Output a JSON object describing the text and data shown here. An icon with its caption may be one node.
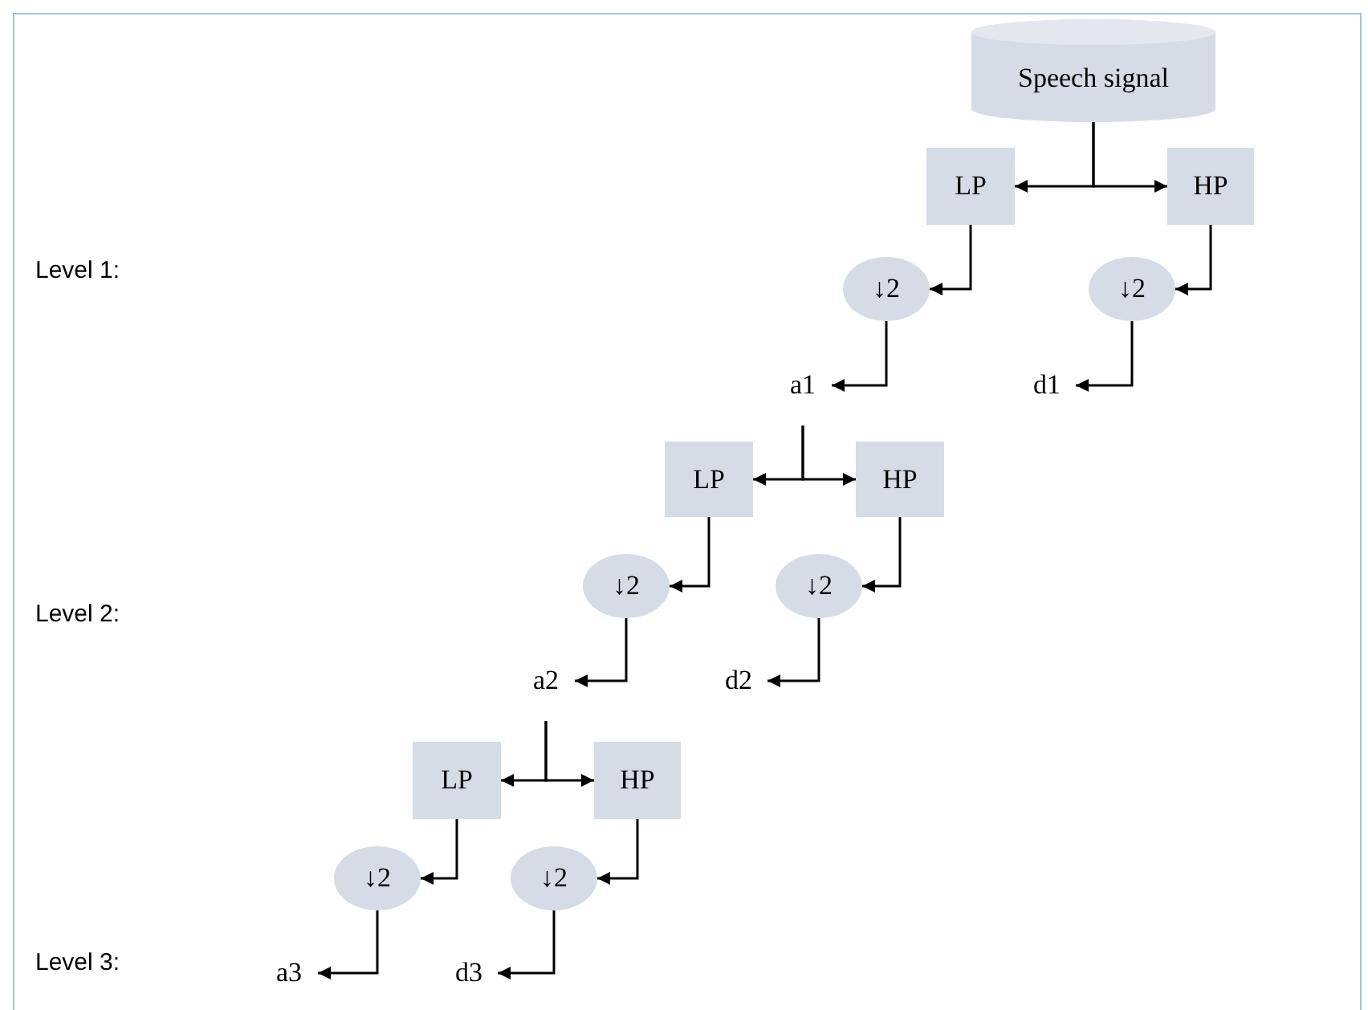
{
  "diagram": {
    "nodes": [
      {
        "text": [
          "Speech signal"
        ]
      },
      {
        "text": [
          "LP"
        ]
      },
      {
        "text": [
          "HP"
        ]
      },
      {
        "text": [
          "↓2"
        ]
      },
      {
        "text": [
          "↓2"
        ]
      },
      {
        "text": [
          "a1"
        ]
      },
      {
        "text": [
          "d1"
        ]
      },
      {
        "text": [
          "LP"
        ]
      },
      {
        "text": [
          "HP"
        ]
      },
      {
        "text": [
          "↓2"
        ]
      },
      {
        "text": [
          "↓2"
        ]
      },
      {
        "text": [
          "a2"
        ]
      },
      {
        "text": [
          "d2"
        ]
      },
      {
        "text": [
          "LP"
        ]
      },
      {
        "text": [
          "HP"
        ]
      },
      {
        "text": [
          "↓2"
        ]
      },
      {
        "text": [
          "↓2"
        ]
      },
      {
        "text": [
          "a3"
        ]
      },
      {
        "text": [
          "d3"
        ]
      }
    ],
    "edges": [
      {
        "from": 0,
        "to": 1,
        "arrow": "to"
      },
      {
        "from": 0,
        "to": 2,
        "arrow": "to"
      },
      {
        "from": 1,
        "to": 3,
        "arrow": "to"
      },
      {
        "from": 2,
        "to": 4,
        "arrow": "to"
      },
      {
        "from": 3,
        "to": 5,
        "arrow": "to"
      },
      {
        "from": 4,
        "to": 6,
        "arrow": "to"
      },
      {
        "from": 5,
        "to": 7,
        "arrow": "to"
      },
      {
        "from": 5,
        "to": 8,
        "arrow": "to"
      },
      {
        "from": 7,
        "to": 9,
        "arrow": "to"
      },
      {
        "from": 8,
        "to": 10,
        "arrow": "to"
      },
      {
        "from": 9,
        "to": 11,
        "arrow": "to"
      },
      {
        "from": 10,
        "to": 12,
        "arrow": "to"
      },
      {
        "from": 11,
        "to": 13,
        "arrow": "to"
      },
      {
        "from": 11,
        "to": 14,
        "arrow": "to"
      },
      {
        "from": 13,
        "to": 15,
        "arrow": "to"
      },
      {
        "from": 14,
        "to": 16,
        "arrow": "to"
      },
      {
        "from": 15,
        "to": 17,
        "arrow": "to"
      },
      {
        "from": 16,
        "to": 18,
        "arrow": "to"
      }
    ],
    "labels": [
      "Level 1:",
      "Level 2:",
      "Level 3:"
    ]
  }
}
